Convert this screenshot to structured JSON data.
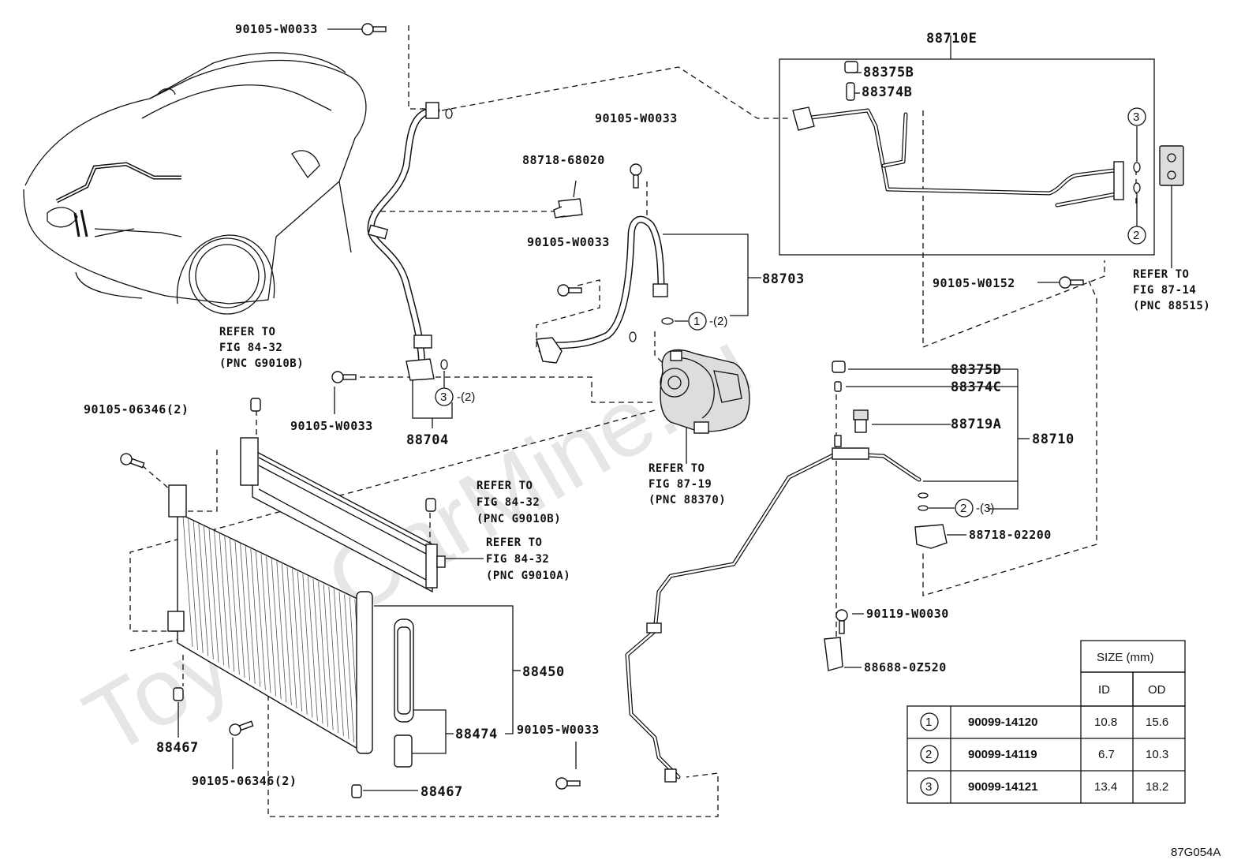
{
  "watermark": "ToyotaCarMine.ru",
  "diagram_code": "87G054A",
  "labels": {
    "bolt_top": "90105-W0033",
    "cooler_group_label": "88710E",
    "plug_88375b": "88375B",
    "valve_88374b": "88374B",
    "clip_88718_68020": "88718-68020",
    "bolt_88703": "90105-W0033",
    "bolt_mid_left": "90105-W0033",
    "hose_88703": "88703",
    "bolt_w0152": "90105-W0152",
    "bolt_hose_88704": "90105-W0033",
    "hose_88704": "88704",
    "bolt_06346_top": "90105-06346(2)",
    "plug_88375d": "88375D",
    "valve_88374c": "88374C",
    "switch_88719a": "88719A",
    "tube_88710": "88710",
    "clamp_88718_02200": "88718-02200",
    "bolt_w0030": "90119-W0030",
    "clamp_88688": "88688-0Z520",
    "condenser_88450": "88450",
    "dryer_88474": "88474",
    "bolt_cond_lower": "90105-W0033",
    "plug_88467_left": "88467",
    "bolt_06346_bottom": "90105-06346(2)",
    "plug_88467_bottom": "88467"
  },
  "markers": {
    "hose_88703_oring": "1",
    "hose_88703_qty": "-(2)",
    "hose_88704_oring": "3",
    "hose_88704_qty": "-(2)",
    "cooler_oring_a": "3",
    "cooler_oring_b": "2",
    "tube_88710_oring": "2",
    "tube_88710_qty": "-(3)"
  },
  "refer": {
    "fig_84_32_left": [
      "REFER TO",
      "FIG 84-32",
      "(PNC G9010B)"
    ],
    "fig_87_19": [
      "REFER TO",
      "FIG 87-19",
      "(PNC 88370)"
    ],
    "fig_84_32_b": [
      "REFER TO",
      "FIG 84-32",
      "(PNC G9010B)"
    ],
    "fig_84_32_a": [
      "REFER TO",
      "FIG 84-32",
      "(PNC G9010A)"
    ],
    "fig_87_14": [
      "REFER TO",
      "FIG 87-14",
      "(PNC 88515)"
    ]
  },
  "size_table": {
    "title": "SIZE (mm)",
    "col_id": "ID",
    "col_od": "OD",
    "rows": [
      {
        "mark": "1",
        "part": "90099-14120",
        "id": "10.8",
        "od": "15.6"
      },
      {
        "mark": "2",
        "part": "90099-14119",
        "id": "6.7",
        "od": "10.3"
      },
      {
        "mark": "3",
        "part": "90099-14121",
        "id": "13.4",
        "od": "18.2"
      }
    ]
  }
}
